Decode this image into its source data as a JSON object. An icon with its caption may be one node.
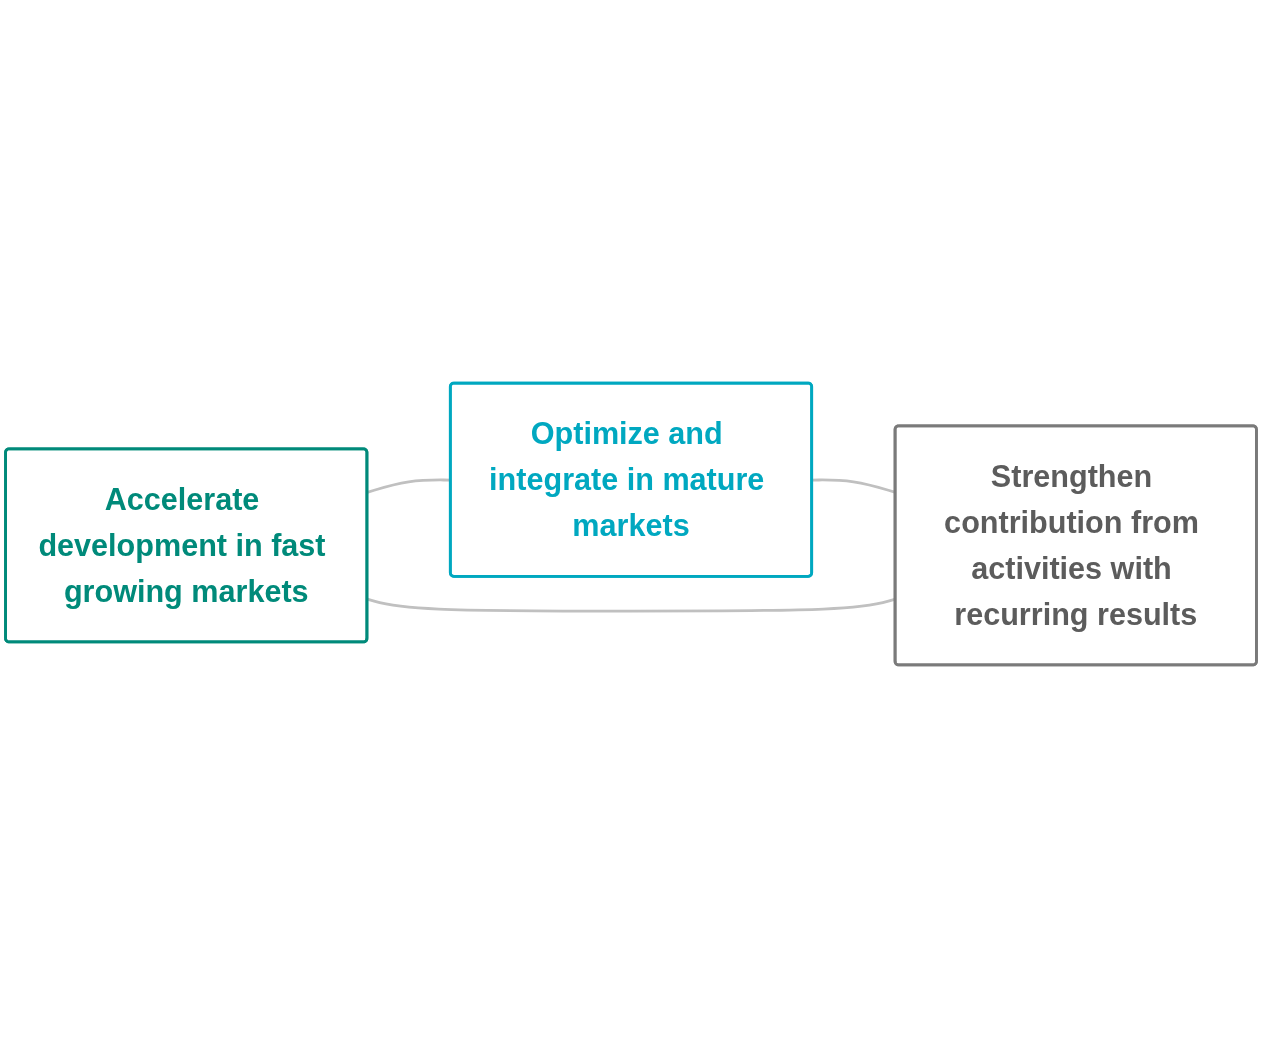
{
  "diagram": {
    "nodes": [
      {
        "text": [
          "Accelerate development in fast growing markets"
        ]
      },
      {
        "text": [
          "Optimize and integrate in mature markets"
        ]
      },
      {
        "text": [
          "Strengthen contribution from activities with recurring results"
        ]
      }
    ],
    "edges": [
      {
        "from": 0,
        "to": 1,
        "arrow": "none"
      },
      {
        "from": 1,
        "to": 2,
        "arrow": "none"
      },
      {
        "from": 2,
        "to": 0,
        "arrow": "none"
      }
    ]
  }
}
